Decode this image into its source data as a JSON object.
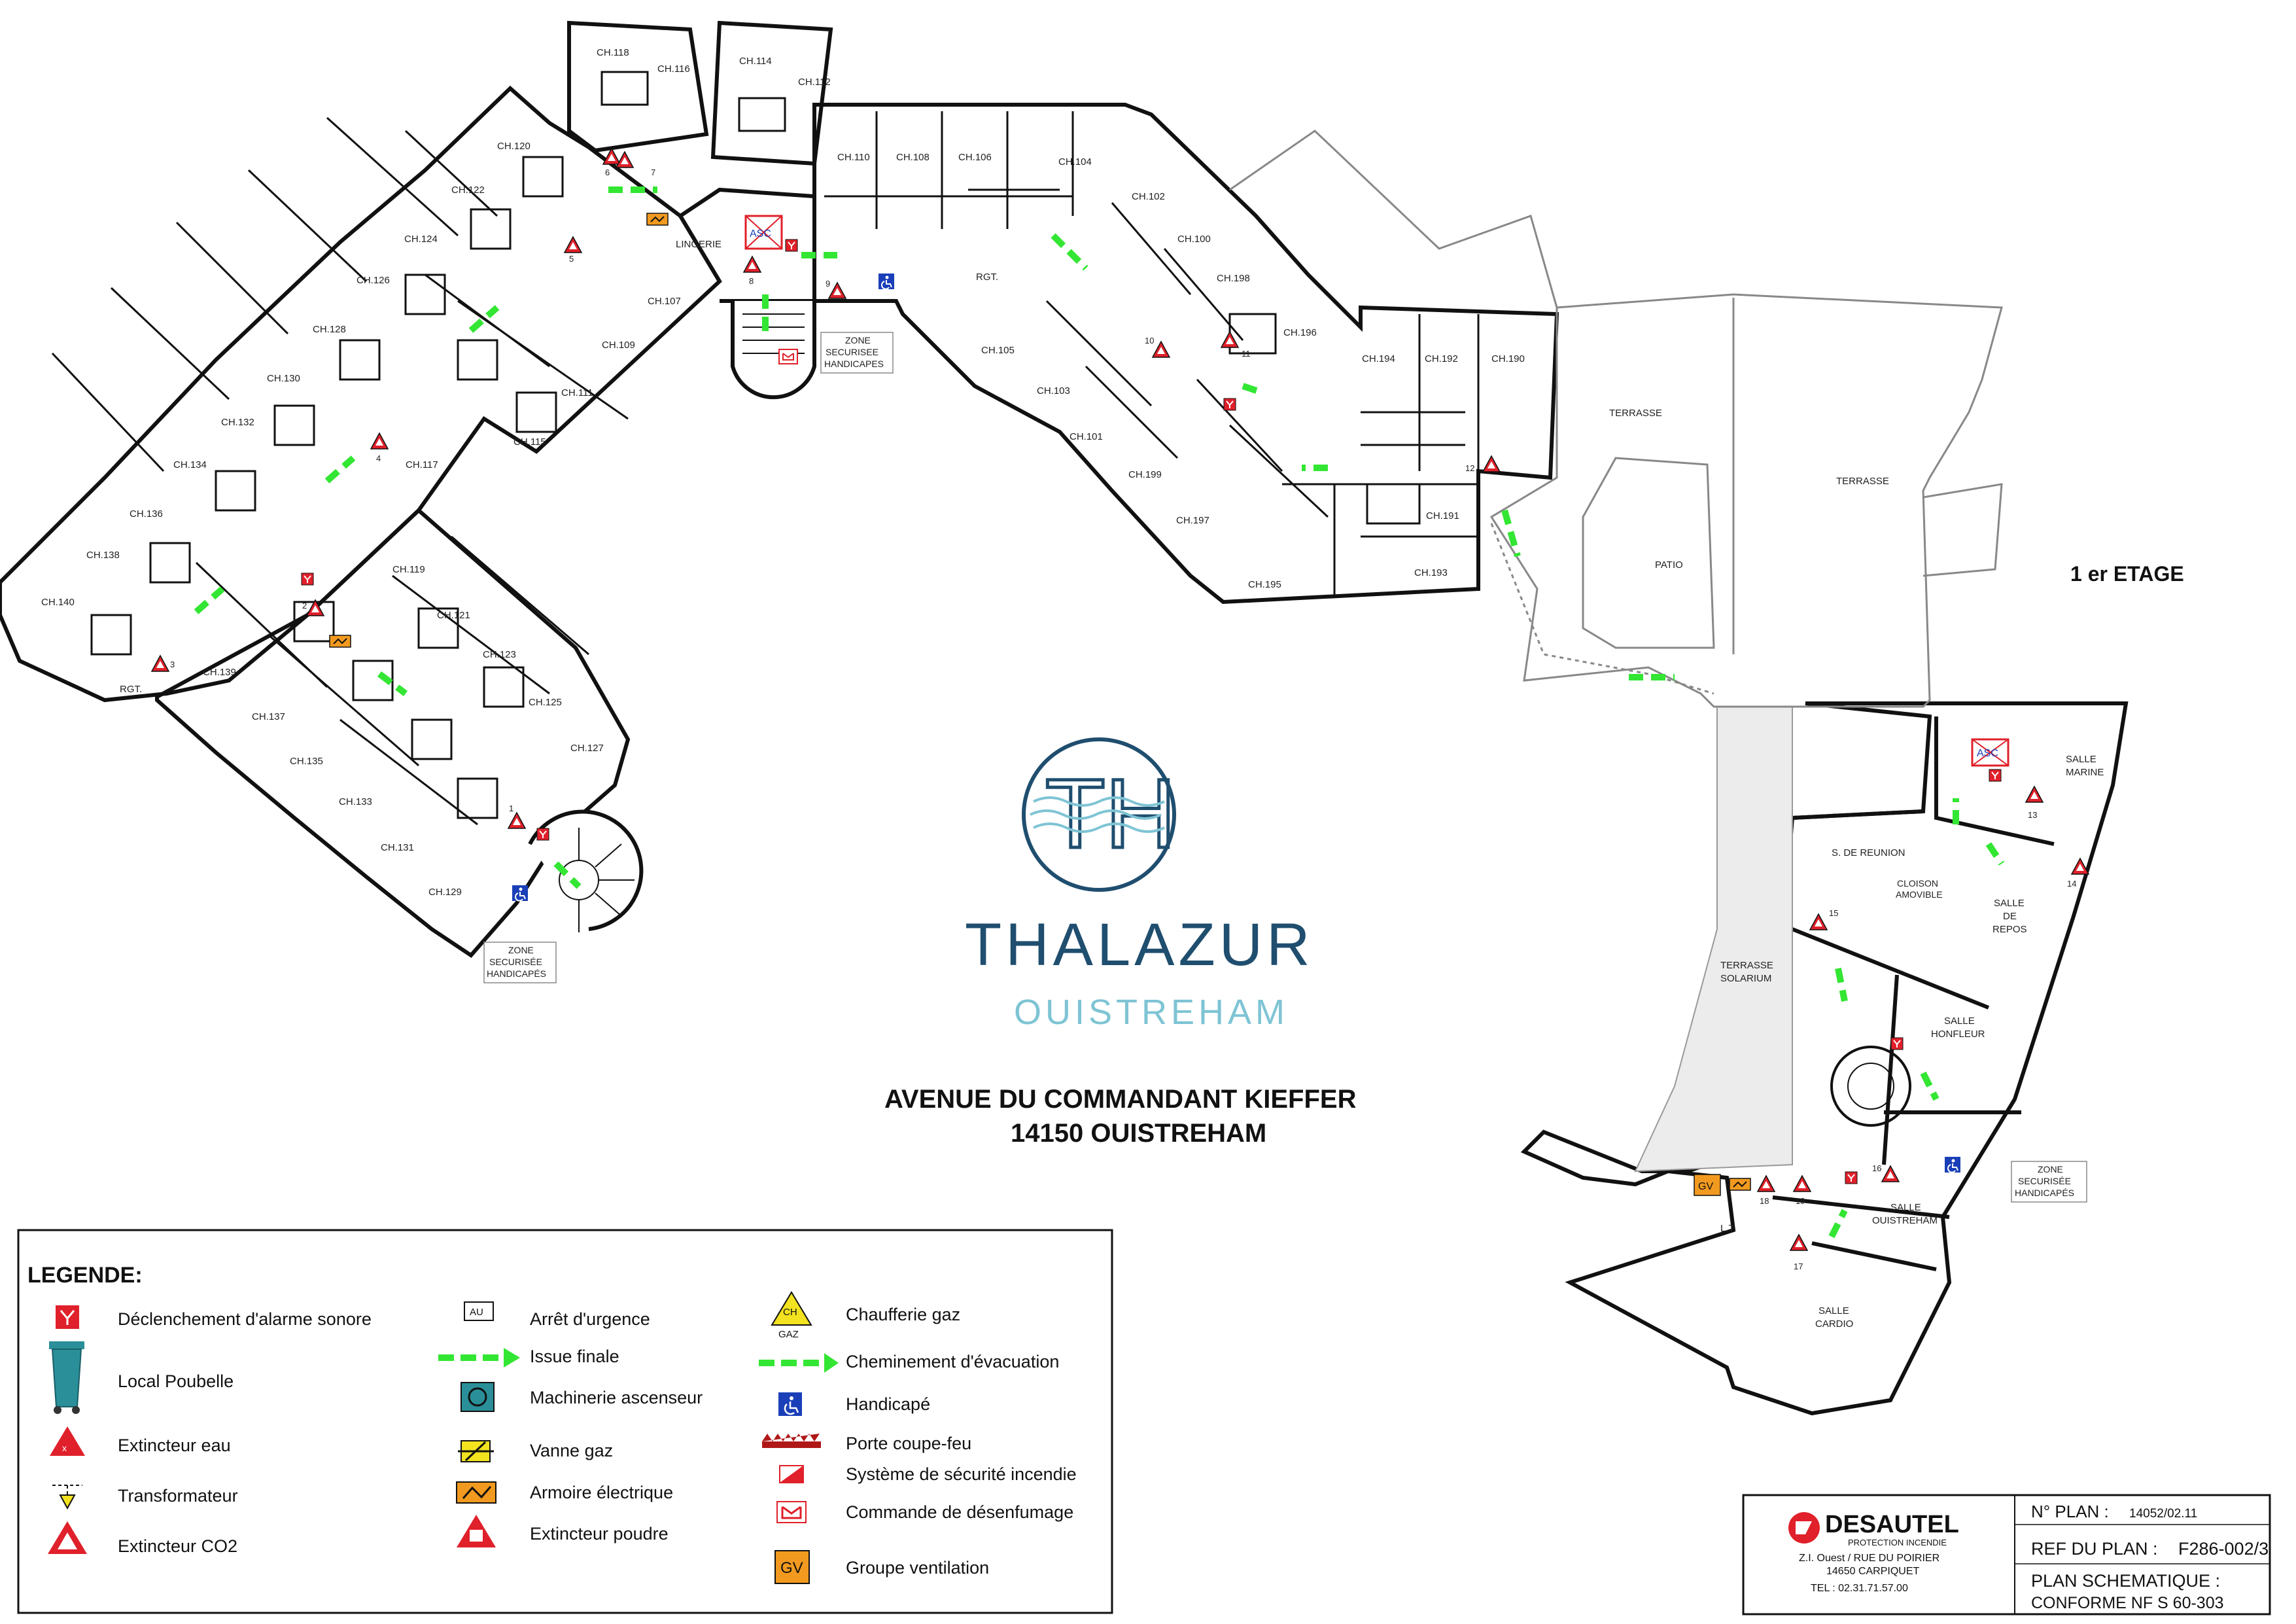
{
  "floor_label": "1 er ETAGE",
  "address": {
    "line1": "AVENUE DU COMMANDANT KIEFFER",
    "line2": "14150 OUISTREHAM"
  },
  "logo": {
    "monogram": "TH",
    "name": "THALAZUR",
    "city": "OUISTREHAM",
    "color_primary": "#1f4e6f",
    "color_accent": "#7ec4d4"
  },
  "rooms": {
    "ch118": "CH.118",
    "ch116": "CH.116",
    "ch114": "CH.114",
    "ch112": "CH.112",
    "ch110": "CH.110",
    "ch108": "CH.108",
    "ch106": "CH.106",
    "ch104": "CH.104",
    "ch102": "CH.102",
    "ch100": "CH.100",
    "ch198": "CH.198",
    "ch196": "CH.196",
    "ch194": "CH.194",
    "ch192": "CH.192",
    "ch190": "CH.190",
    "ch191": "CH.191",
    "ch193": "CH.193",
    "ch195": "CH.195",
    "ch197": "CH.197",
    "ch199": "CH.199",
    "ch101": "CH.101",
    "ch103": "CH.103",
    "ch105": "CH.105",
    "ch107": "CH.107",
    "ch109": "CH.109",
    "ch111": "CH.111",
    "ch115": "CH.115",
    "ch117": "CH.117",
    "ch119": "CH.119",
    "ch120": "CH.120",
    "ch121": "CH.121",
    "ch122": "CH.122",
    "ch123": "CH.123",
    "ch124": "CH.124",
    "ch125": "CH.125",
    "ch126": "CH.126",
    "ch127": "CH.127",
    "ch128": "CH.128",
    "ch129": "CH.129",
    "ch130": "CH.130",
    "ch131": "CH.131",
    "ch132": "CH.132",
    "ch133": "CH.133",
    "ch134": "CH.134",
    "ch135": "CH.135",
    "ch136": "CH.136",
    "ch137": "CH.137",
    "ch138": "CH.138",
    "ch139": "CH.139",
    "ch140": "CH.140",
    "lingerie": "LINGERIE",
    "rgt1": "RGT.",
    "rgt2": "RGT.",
    "asc": "ASC",
    "terrasse1": "TERRASSE",
    "terrasse2": "TERRASSE",
    "patio": "PATIO",
    "terrasse_solarium_1": "TERRASSE",
    "terrasse_solarium_2": "SOLARIUM",
    "salle_marine_1": "SALLE",
    "salle_marine_2": "MARINE",
    "reunion": "S. DE REUNION",
    "cloison_1": "CLOISON",
    "cloison_2": "AMOVIBLE",
    "repos_1": "SALLE",
    "repos_2": "DE",
    "repos_3": "REPOS",
    "honfleur_1": "SALLE",
    "honfleur_2": "HONFLEUR",
    "ouistreham_1": "SALLE",
    "ouistreham_2": "OUISTREHAM",
    "cardio_1": "SALLE",
    "cardio_2": "CARDIO",
    "lt": "L.T.",
    "gv": "GV"
  },
  "zones": {
    "line1": "ZONE",
    "line2": "SECURISÉE",
    "line3": "HANDICAPÉS",
    "z1_line2": "SECURISEE",
    "z1_line3": "HANDICAPES"
  },
  "extinguisher_numbers": [
    "1",
    "2",
    "3",
    "4",
    "5",
    "6",
    "7",
    "8",
    "9",
    "10",
    "11",
    "12",
    "13",
    "14",
    "15",
    "16",
    "17",
    "18",
    "19"
  ],
  "legend": {
    "title": "LEGENDE:",
    "items": [
      {
        "icon": "alarm-trigger-icon",
        "label": "Déclenchement d'alarme sonore"
      },
      {
        "icon": "trash-bin-icon",
        "label": "Local Poubelle"
      },
      {
        "icon": "water-extinguisher-icon",
        "label": "Extincteur eau"
      },
      {
        "icon": "transformer-icon",
        "label": "Transformateur"
      },
      {
        "icon": "co2-extinguisher-icon",
        "label": "Extincteur CO2"
      },
      {
        "icon": "emergency-stop-icon",
        "label": "Arrêt d'urgence",
        "code": "AU"
      },
      {
        "icon": "final-exit-icon",
        "label": "Issue finale"
      },
      {
        "icon": "elevator-machinery-icon",
        "label": "Machinerie ascenseur"
      },
      {
        "icon": "gas-valve-icon",
        "label": "Vanne gaz"
      },
      {
        "icon": "electrical-cabinet-icon",
        "label": "Armoire électrique"
      },
      {
        "icon": "powder-extinguisher-icon",
        "label": "Extincteur poudre"
      },
      {
        "icon": "gas-boiler-icon",
        "label": "Chaufferie gaz",
        "code1": "CH",
        "code2": "GAZ"
      },
      {
        "icon": "evacuation-path-icon",
        "label": "Cheminement d'évacuation"
      },
      {
        "icon": "handicapped-icon",
        "label": "Handicapé"
      },
      {
        "icon": "fire-door-icon",
        "label": "Porte coupe-feu"
      },
      {
        "icon": "fire-safety-system-icon",
        "label": "Système de sécurité incendie"
      },
      {
        "icon": "smoke-control-icon",
        "label": "Commande de désenfumage"
      },
      {
        "icon": "ventilation-group-icon",
        "label": "Groupe ventilation",
        "code": "GV"
      }
    ]
  },
  "title_block": {
    "company": "DESAUTEL",
    "tagline": "PROTECTION INCENDIE",
    "addr1": "Z.I. Ouest / RUE DU POIRIER",
    "addr2": "14650 CARPIQUET",
    "tel": "TEL : 02.31.71.57.00",
    "plan_no_label": "N° PLAN :",
    "plan_no": "14052/02.11",
    "ref_label": "REF DU PLAN :",
    "ref": "F286-002/3",
    "schema": "PLAN SCHEMATIQUE :",
    "conform": "CONFORME NF S 60-303"
  },
  "colors": {
    "wall": "#111111",
    "evac": "#33e633",
    "red": "#e0202a",
    "blue": "#1a3fb8",
    "orange": "#f29a1f",
    "yellow": "#f2e21f",
    "teal": "#2a8f99"
  }
}
